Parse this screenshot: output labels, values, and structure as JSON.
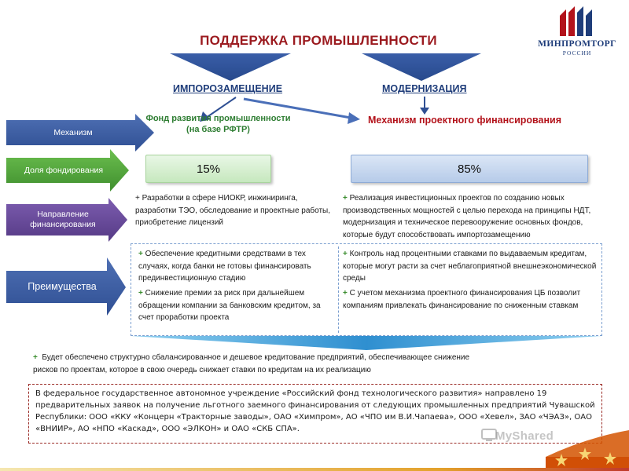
{
  "title": "ПОДДЕРЖКА ПРОМЫШЛЕННОСТИ",
  "logo": {
    "name": "МИНПРОМТОРГ",
    "sub": "РОССИИ",
    "colors": {
      "navy": "#1f3d7a",
      "red": "#b3131b"
    }
  },
  "sections": {
    "import_substitution": "ИМПОРОЗАМЕЩЕНИЕ",
    "modernization": "МОДЕРНИЗАЦИЯ"
  },
  "mechanisms": {
    "fund_line1": "Фонд развития промышленности",
    "fund_line2": "(на базе РФТР)",
    "project": "Механизм проектного финансирования"
  },
  "left_labels": {
    "mechanism": "Механизм",
    "share": "Доля фондирования",
    "direction": "Направление финансирования",
    "advantages": "Преимущества"
  },
  "shares": {
    "left": "15%",
    "right": "85%"
  },
  "direction": {
    "left": "+ Разработки в сфере НИОКР, инжиниринга, разработки ТЭО, обследование и проектные работы, приобретение лицензий",
    "right_plus": "+",
    "right": "Реализация инвестиционных проектов по созданию новых производственных мощностей с целью перехода на принципы НДТ, модернизация и техническое перевооружение основных фондов, которые будут способствовать импортозамещению"
  },
  "advantages": {
    "left": [
      "Обеспечение кредитными средствами в тех случаях, когда банки не готовы финансировать прединвестиционную стадию",
      "Снижение премии за риск при дальнейшем обращении компании за банковским кредитом, за счет проработки проекта"
    ],
    "right": [
      "Контроль над процентными ставками по выдаваемым кредитам, которые могут расти за счет неблагоприятной внешнеэкономической среды",
      "С учетом механизма проектного финансирования ЦБ позволит компаниям привлекать финансирование по сниженным ставкам"
    ],
    "plus": "+"
  },
  "summary": {
    "plus": "+",
    "line1": "Будет обеспечено структурно сбалансированное и дешевое кредитование предприятий, обеспечивающее снижение",
    "line2": "рисков по проектам, которое в свою очередь снижает ставки по кредитам на их реализацию"
  },
  "note": "В федеральное государственное автономное учреждение «Российский фонд технологического развития» направлено 19 предварительных заявок на получение льготного заемного финансирования от следующих промышленных предприятий Чувашской Республики: ООО «ККУ «Концерн «Тракторные заводы», ОАО «Химпром», АО «ЧПО им В.И.Чапаева», ООО «Хевел», ЗАО «ЧЭАЗ», ОАО «ВНИИР», АО «НПО «Каскад», ООО «ЭЛКОН» и ОАО «СКБ СПА».",
  "watermark": "MyShared",
  "colors": {
    "title": "#9b1a1f",
    "arrow_blue": "#3d5c9e",
    "arrow_green": "#56a93f",
    "arrow_purple": "#6a4b9a",
    "accent_green": "#2e7d32"
  }
}
